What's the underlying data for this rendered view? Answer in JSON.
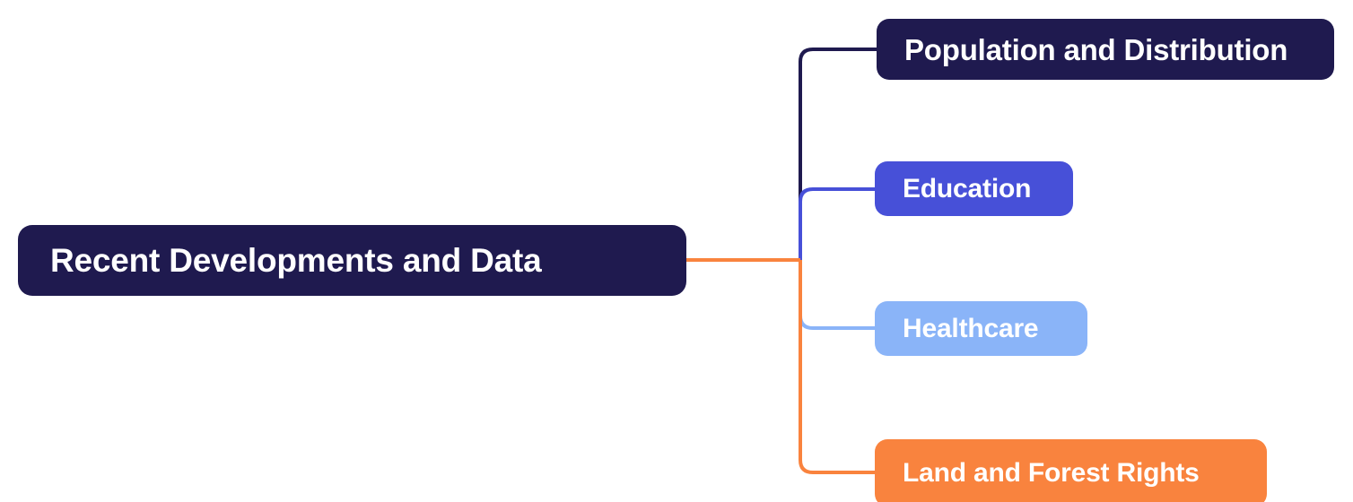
{
  "diagram": {
    "type": "mind-map",
    "orientation": "left-to-right",
    "background_color": "#FFFFFF",
    "root": {
      "id": "root",
      "label": "Recent Developments and Data",
      "fill_color": "#1F1A4F",
      "text_color": "#FFFFFF"
    },
    "children": [
      {
        "id": "child-0",
        "label": "Population and Distribution",
        "fill_color": "#1F1A4F",
        "text_color": "#FFFFFF",
        "connector_color": "#1F1A4F"
      },
      {
        "id": "child-1",
        "label": "Education",
        "fill_color": "#4750D8",
        "text_color": "#FFFFFF",
        "connector_color": "#4750D8"
      },
      {
        "id": "child-2",
        "label": "Healthcare",
        "fill_color": "#8AB4F8",
        "text_color": "#FFFFFF",
        "connector_color": "#8AB4F8"
      },
      {
        "id": "child-3",
        "label": "Land and Forest Rights",
        "fill_color": "#F9833E",
        "text_color": "#FFFFFF",
        "connector_color": "#F9833E"
      }
    ],
    "trunk": {
      "color": "#F9833E",
      "stroke_width": 4
    }
  }
}
